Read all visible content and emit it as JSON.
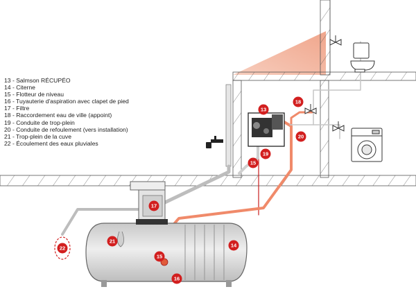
{
  "legend": {
    "items": [
      "13 - Salmson RÉCUPÉO",
      "14 - Citerne",
      "15 - Flotteur de niveau",
      "16 - Tuyauterie d'aspiration avec clapet de pied",
      "17 - Filtre",
      "18 - Raccordement eau de ville (appoint)",
      "19 - Conduite de trop-plein",
      "20 - Conduite de refoulement (vers installation)",
      "21 - Trop-plein de la cuve",
      "22 - Écoulement des eaux pluviales"
    ]
  },
  "callouts": {
    "c13": "13",
    "c14": "14",
    "c15a": "15",
    "c15b": "15",
    "c16": "16",
    "c17": "17",
    "c18": "18",
    "c19": "19",
    "c20": "20",
    "c21": "21",
    "c22": "22"
  },
  "colors": {
    "callout_red": "#d21f1f",
    "roof_salmon": "#f2b49e",
    "discharge_pipe": "#f08a6a",
    "water_pipe": "#c8c8c8",
    "tank_grey": "#d9d9d9",
    "hatch_line": "#555555"
  },
  "icons": [
    "pump-unit-icon",
    "wc-icon",
    "washing-machine-icon",
    "outdoor-tap-icon",
    "valve-icon"
  ]
}
